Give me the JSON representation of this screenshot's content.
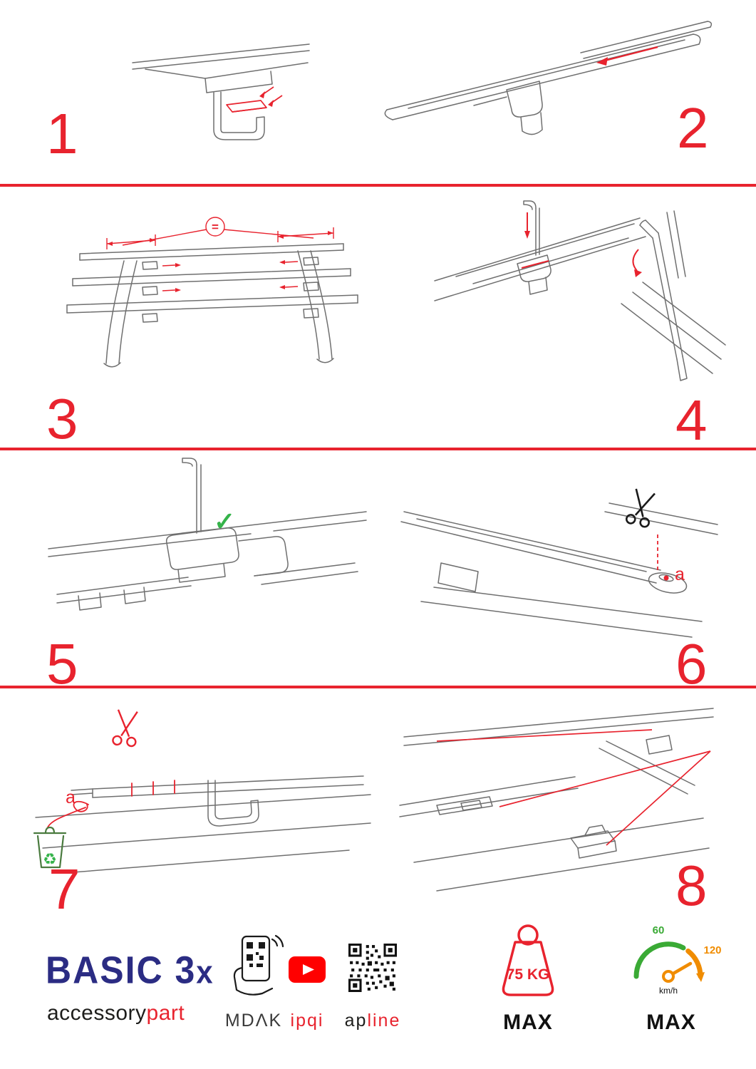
{
  "colors": {
    "accent_red": "#e8232e",
    "brand_navy": "#2b2c83",
    "youtube_red": "#ff0000",
    "success_green": "#35b34a",
    "gauge_green": "#3aaa35",
    "gauge_orange": "#f08c00",
    "line_gray": "#6f6f6f"
  },
  "steps": [
    {
      "number": "1"
    },
    {
      "number": "2"
    },
    {
      "number": "3"
    },
    {
      "number": "4"
    },
    {
      "number": "5"
    },
    {
      "number": "6"
    },
    {
      "number": "7"
    },
    {
      "number": "8"
    }
  ],
  "annotations": {
    "equal_symbol": "=",
    "check_symbol": "✓",
    "label_a": "a",
    "recycle_symbol": "♻"
  },
  "footer": {
    "product_name_main": "BASIC 3",
    "product_name_suffix": "x",
    "brand_part1": "accessory",
    "brand_part2": "part",
    "qr_phone_label": "MDΛK",
    "youtube_label": "ipqi",
    "qr_label_part1": "ap",
    "qr_label_part2": "line",
    "weight_limit": "75 KG",
    "weight_max_label": "MAX",
    "speed_tick_low": "60",
    "speed_tick_high": "120",
    "speed_unit": "km/h",
    "speed_max_label": "MAX"
  }
}
